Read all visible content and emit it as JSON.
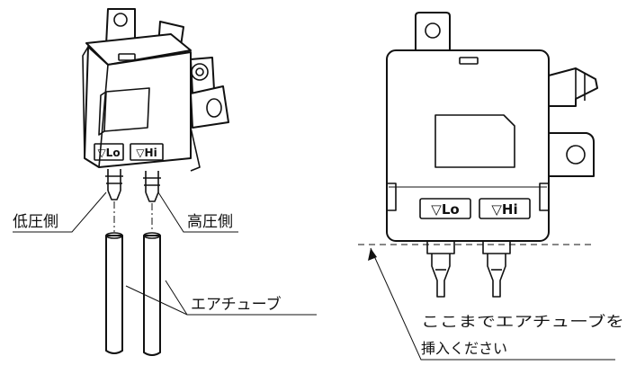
{
  "left_figure": {
    "port_lo": "▽Lo",
    "port_hi": "▽Hi",
    "label_low_pressure": "低圧側",
    "label_high_pressure": "高圧側",
    "label_air_tube": "エアチューブ"
  },
  "right_figure": {
    "port_lo": "▽Lo",
    "port_hi": "▽Hi",
    "instruction_line1": "ここまでエアチューブを",
    "instruction_line2": "挿入ください"
  }
}
